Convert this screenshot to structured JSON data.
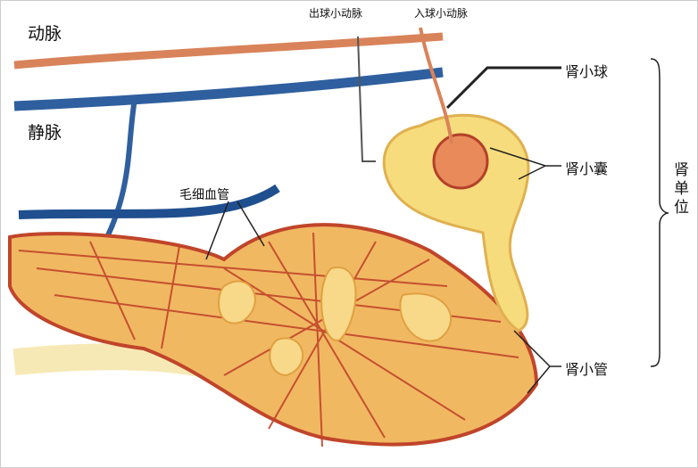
{
  "labels": {
    "artery": "动脉",
    "vein": "静脉",
    "capillary": "毛细血管",
    "efferent_arteriole": "出球小动脉",
    "afferent_arteriole": "入球小动脉",
    "glomerulus": "肾小球",
    "bowmans_capsule": "肾小囊",
    "nephron": "肾单位",
    "renal_tubule": "肾小管"
  },
  "colors": {
    "artery": "#d9835a",
    "vein": "#2f5f9e",
    "tubule": "#f3d27a",
    "capillary": "#c0452a"
  }
}
